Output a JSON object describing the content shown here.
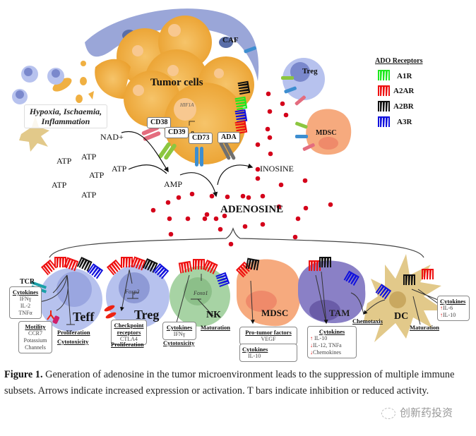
{
  "figure": {
    "colors": {
      "tumor": "#f0b042",
      "tumor_nucleus": "#f8c890",
      "caf": "#9aa6d8",
      "treg": "#b7c2ee",
      "mdsc": "#f6aa7e",
      "nk": "#a7d3a4",
      "tam": "#8a80c6",
      "dc": "#e2c98a",
      "adenosine_dot": "#d4001a",
      "A1R": "#1ee81e",
      "A2AR": "#ee1111",
      "A2BR": "#111111",
      "A3R": "#1111dd"
    },
    "top": {
      "caf_label": "CAF",
      "tumor_label": "Tumor cells",
      "hif_label": "HIF1A",
      "enzymes": [
        "CD38",
        "CD39",
        "CD73",
        "ADA"
      ],
      "hypoxia_label": "Hypoxia, Ischaemia, Inflammation",
      "treg_label": "Treg",
      "mdsc_label": "MDSC",
      "nad_label": "NAD+",
      "atp_labels": [
        "ATP",
        "ATP",
        "ATP",
        "ATP",
        "ATP",
        "ATP"
      ],
      "amp_label": "AMP",
      "inosine_label": "INOSINE",
      "adenosine_label": "ADENOSINE"
    },
    "legend": {
      "title": "ADO Receptors",
      "items": [
        {
          "label": "A1R",
          "color": "#1ee81e"
        },
        {
          "label": "A2AR",
          "color": "#ee1111"
        },
        {
          "label": "A2BR",
          "color": "#111111"
        },
        {
          "label": "A3R",
          "color": "#1111dd"
        }
      ]
    },
    "cells": {
      "teff": {
        "label": "Teff",
        "tcr_label": "TCR",
        "cytokines_title": "Cytokines",
        "cytokines": [
          "IFNγ",
          "IL-2",
          "TNFα"
        ],
        "motility_title": "Motility",
        "motility": [
          "CCR7",
          "Potassium",
          "Channels"
        ],
        "outcomes": [
          "Proliferation",
          "Cytotoxicity"
        ]
      },
      "treg": {
        "label": "Treg",
        "gene": "Foxp3",
        "checkpoint_title": "Checkpoint receptors",
        "checkpoint": [
          "CTLA4"
        ],
        "outcome": "Proliferation"
      },
      "nk": {
        "label": "NK",
        "gene": "Foxo1",
        "cytokines_title": "Cytokines",
        "cytokines": [
          "IFNγ"
        ],
        "outcomes": [
          "Cytotoxicity",
          "Maturation"
        ]
      },
      "mdsc": {
        "label": "MDSC",
        "protumor_title": "Pro-tumor factors",
        "protumor": [
          "VEGF"
        ],
        "cytokines_title": "Cytokines",
        "cytokines": [
          "IL-10"
        ]
      },
      "tam": {
        "label": "TAM",
        "cytokines_title": "Cytokines",
        "cytokines": [
          {
            "dir": "up",
            "text": "IL-10"
          },
          {
            "dir": "down",
            "text": "IL-12, TNFa"
          },
          {
            "dir": "down",
            "text": "Chemokines"
          }
        ],
        "outcome": "Chemotaxis"
      },
      "dc": {
        "label": "DC",
        "cytokines_title": "Cytokines",
        "cytokines": [
          {
            "dir": "up",
            "text": "IL-6"
          },
          {
            "dir": "up",
            "text": "IL-10"
          }
        ],
        "outcome": "Maturation"
      }
    }
  },
  "caption": {
    "label": "Figure 1.",
    "text": " Generation of adenosine in the tumor microenvironment leads to the suppression of multiple immune subsets.  Arrows indicate increased expression or activation.  T bars indicate inhibition or reduced activity."
  },
  "watermark": {
    "icon": "wechat-icon",
    "text": "创新药投资"
  }
}
